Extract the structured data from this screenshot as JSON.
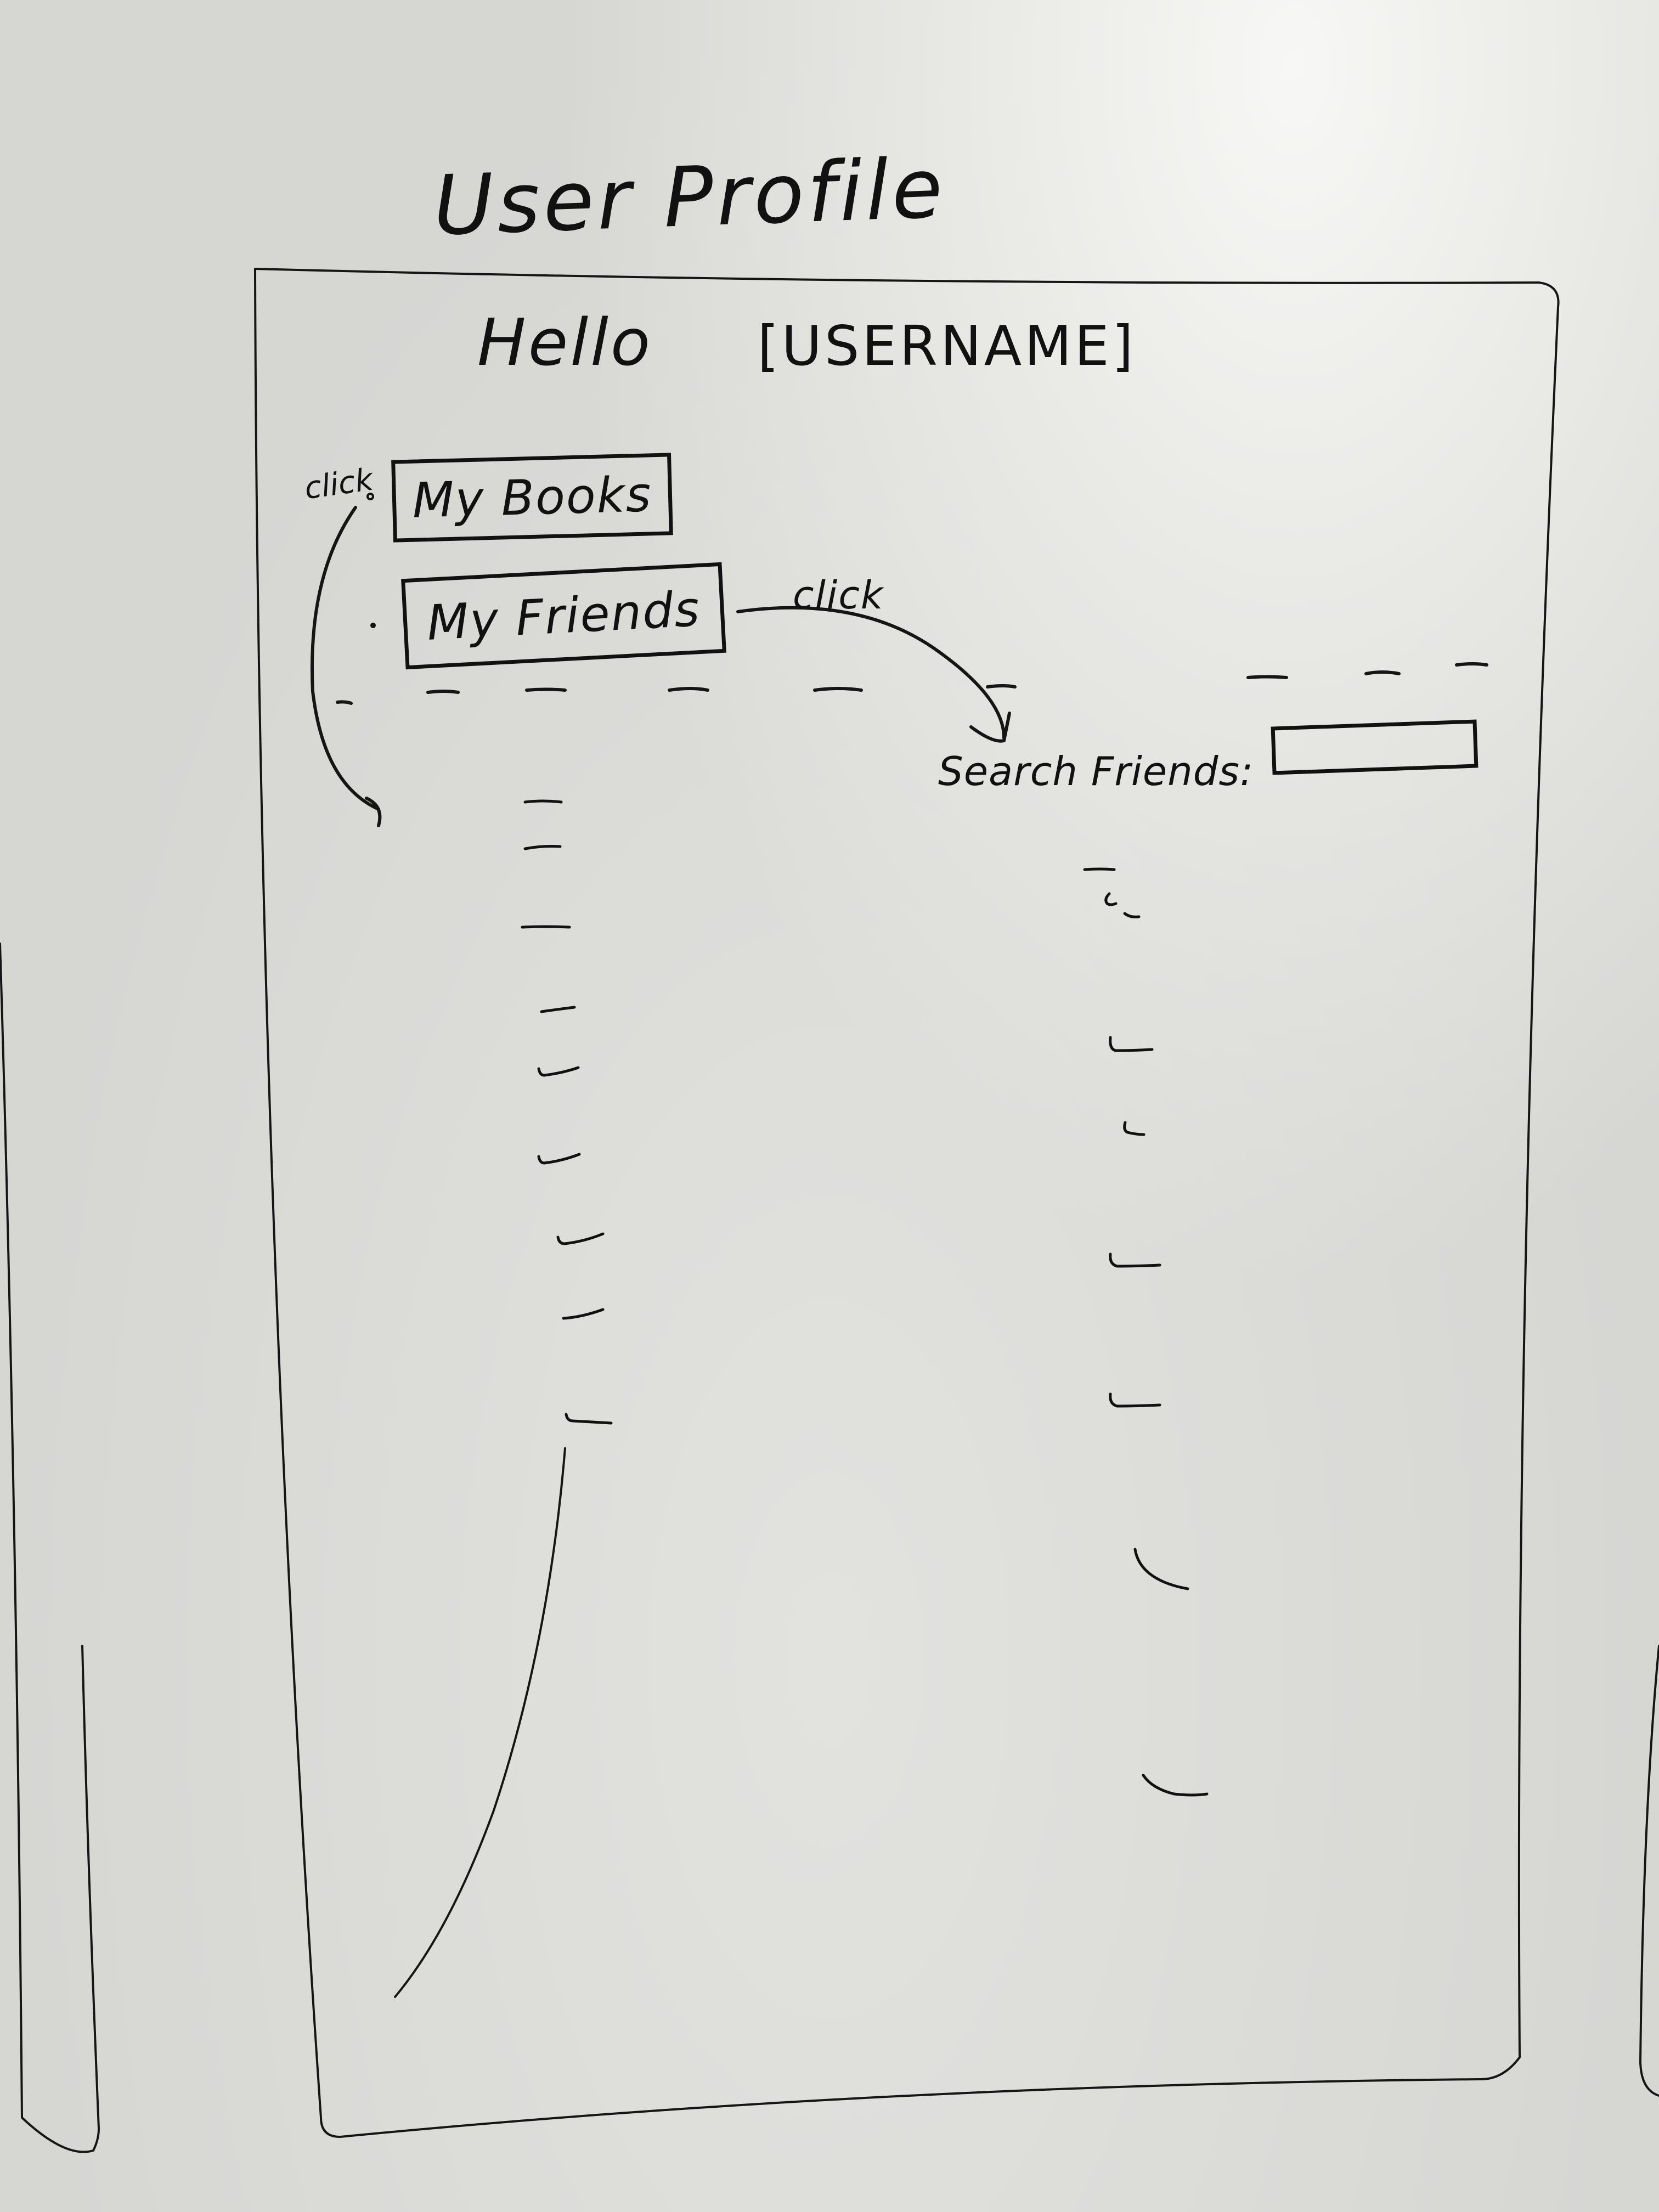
{
  "title": "User Profile",
  "header": {
    "greeting": "Hello",
    "username_placeholder": "[USERNAME]"
  },
  "tabs": [
    {
      "label": "My Books"
    },
    {
      "label": "My Friends"
    }
  ],
  "annotations": {
    "books_click": "click",
    "friends_click": "click"
  },
  "friends_panel": {
    "search_label": "Search Friends:",
    "search_value": "",
    "placeholder_entries": 9
  },
  "books_panel": {
    "placeholder_entries": 9
  },
  "colors": {
    "ink": "#111111",
    "board": "#dcdcd9"
  }
}
